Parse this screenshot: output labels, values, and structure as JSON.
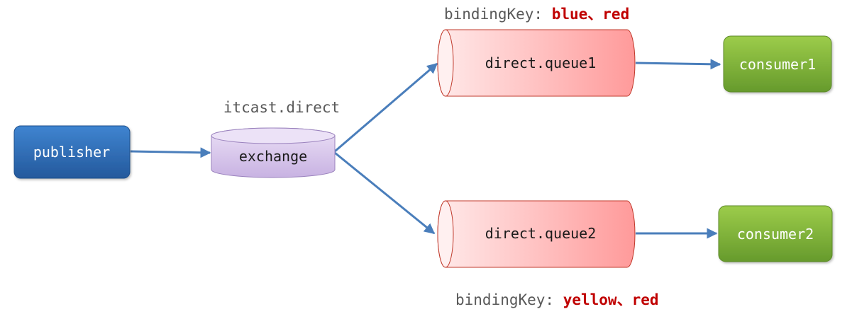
{
  "diagram": {
    "publisher": {
      "label": "publisher"
    },
    "exchange": {
      "name": "itcast.direct",
      "label": "exchange"
    },
    "queues": [
      {
        "label": "direct.queue1",
        "binding_prefix": "bindingKey: ",
        "binding_keys": "blue、red"
      },
      {
        "label": "direct.queue2",
        "binding_prefix": "bindingKey: ",
        "binding_keys": "yellow、red"
      }
    ],
    "consumers": [
      {
        "label": "consumer1"
      },
      {
        "label": "consumer2"
      }
    ],
    "colors": {
      "publisher": "#2e6db4",
      "exchange": "#d7c6ea",
      "queue": "#ff9e9e",
      "consumer": "#7cb342",
      "arrow": "#4a7ebb",
      "binding_key": "#c00000",
      "label": "#595959"
    }
  }
}
